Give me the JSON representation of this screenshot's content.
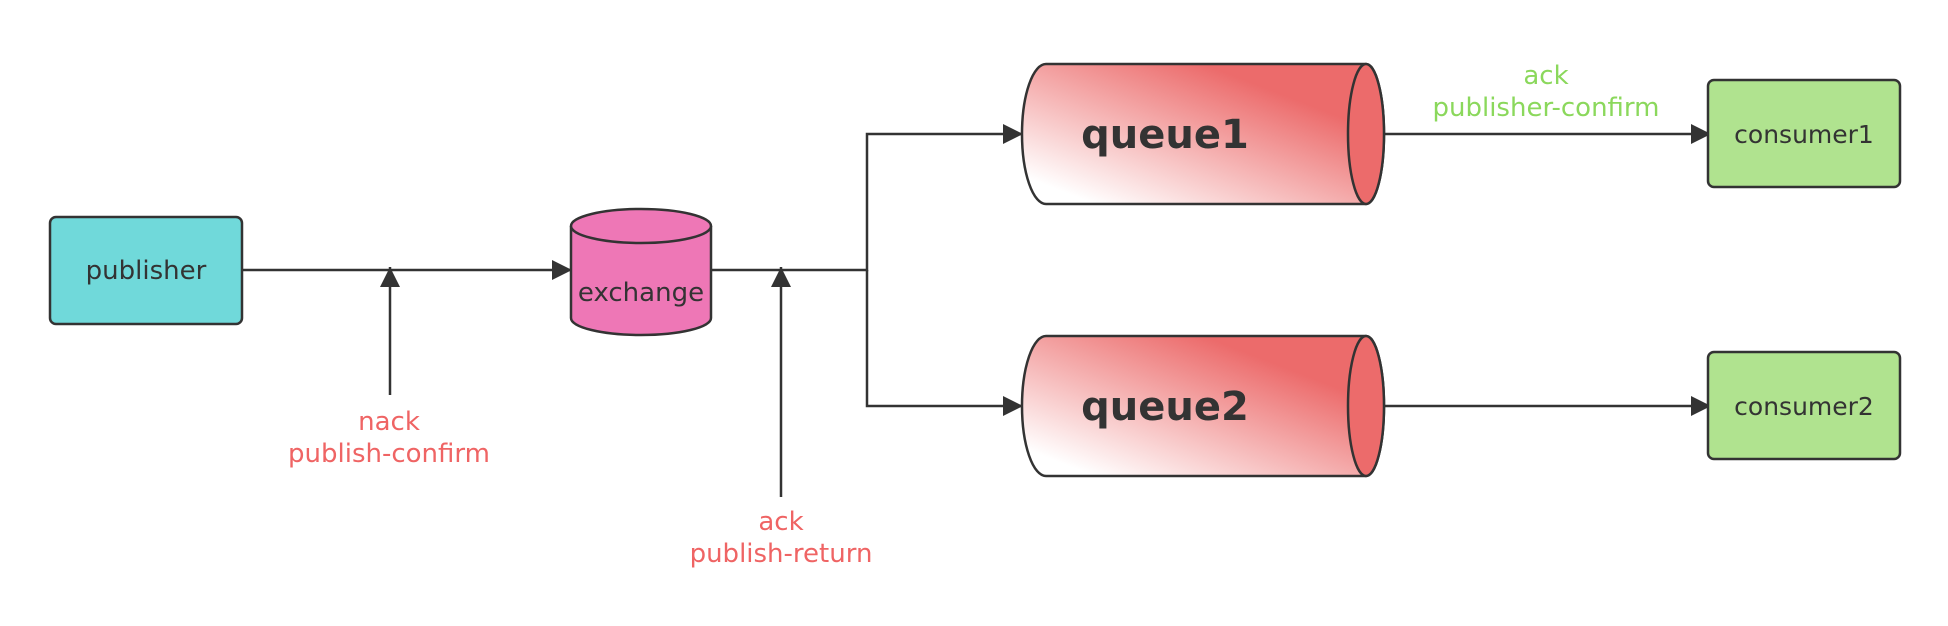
{
  "nodes": {
    "publisher": {
      "label": "publisher",
      "color": "#70d9da"
    },
    "exchange": {
      "label": "exchange",
      "color": "#ee77b6"
    },
    "queue1": {
      "label": "queue1",
      "color": "#ec6b6b"
    },
    "queue2": {
      "label": "queue2",
      "color": "#ec6b6b"
    },
    "consumer1": {
      "label": "consumer1",
      "color": "#b0e38f"
    },
    "consumer2": {
      "label": "consumer2",
      "color": "#b0e38f"
    }
  },
  "annotations": {
    "nack": {
      "line1": "nack",
      "line2": "publish-confirm",
      "color": "#ef6464"
    },
    "publish_return": {
      "line1": "ack",
      "line2": "publish-return",
      "color": "#ef6464"
    },
    "publisher_confirm": {
      "line1": "ack",
      "line2": "publisher-confirm",
      "color": "#8bd85c"
    }
  },
  "colors": {
    "stroke": "#333333",
    "text": "#333333"
  }
}
